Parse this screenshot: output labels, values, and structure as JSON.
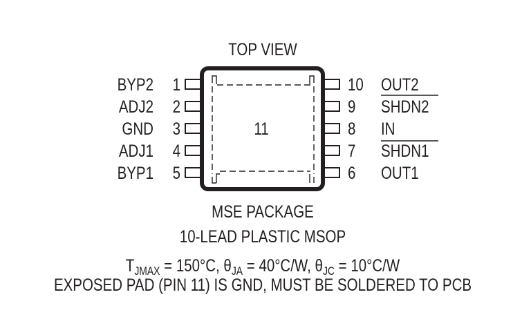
{
  "diagram": {
    "title": "TOP VIEW",
    "center_pad_label": "11",
    "left_pins": [
      {
        "number": "1",
        "name": "BYP2",
        "overbar": false
      },
      {
        "number": "2",
        "name": "ADJ2",
        "overbar": false
      },
      {
        "number": "3",
        "name": "GND",
        "overbar": false
      },
      {
        "number": "4",
        "name": "ADJ1",
        "overbar": false
      },
      {
        "number": "5",
        "name": "BYP1",
        "overbar": false
      }
    ],
    "right_pins": [
      {
        "number": "10",
        "name": "OUT2",
        "overbar": false
      },
      {
        "number": "9",
        "name": "SHDN2",
        "overbar": true
      },
      {
        "number": "8",
        "name": "IN",
        "overbar": false
      },
      {
        "number": "7",
        "name": "SHDN1",
        "overbar": true
      },
      {
        "number": "6",
        "name": "OUT1",
        "overbar": false
      }
    ],
    "package_name": "MSE PACKAGE",
    "package_desc": "10-LEAD PLASTIC MSOP",
    "thermal": {
      "tj_symbol": "T",
      "tj_sub": "JMAX",
      "tj_value": " = 150°C, ",
      "theta_ja_symbol": "θ",
      "theta_ja_sub": "JA",
      "theta_ja_value": " = 40°C/W, ",
      "theta_jc_symbol": "θ",
      "theta_jc_sub": "JC",
      "theta_jc_value": " = 10°C/W"
    },
    "exposed_pad_note": "EXPOSED PAD (PIN 11) IS GND, MUST BE SOLDERED TO PCB"
  }
}
